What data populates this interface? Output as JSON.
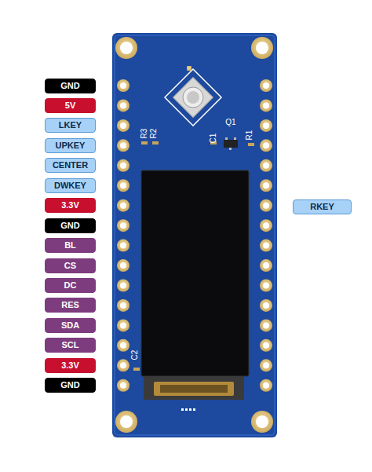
{
  "diagram": {
    "nodes": [
      {
        "text": [
          "GND"
        ]
      },
      {
        "text": [
          "5V"
        ]
      },
      {
        "text": [
          "LKEY"
        ]
      },
      {
        "text": [
          "UPKEY"
        ]
      },
      {
        "text": [
          "CENTER"
        ]
      },
      {
        "text": [
          "DWKEY"
        ]
      },
      {
        "text": [
          "3.3V"
        ]
      },
      {
        "text": [
          "GND"
        ]
      },
      {
        "text": [
          "BL"
        ]
      },
      {
        "text": [
          "CS"
        ]
      },
      {
        "text": [
          "DC"
        ]
      },
      {
        "text": [
          "RES"
        ]
      },
      {
        "text": [
          "SDA"
        ]
      },
      {
        "text": [
          "SCL"
        ]
      },
      {
        "text": [
          "3.3V"
        ]
      },
      {
        "text": [
          "GND"
        ]
      },
      {
        "text": [
          "RKEY"
        ]
      }
    ],
    "labels": [
      "R3",
      "R2",
      "C1",
      "Q1",
      "R1",
      "C2"
    ]
  }
}
